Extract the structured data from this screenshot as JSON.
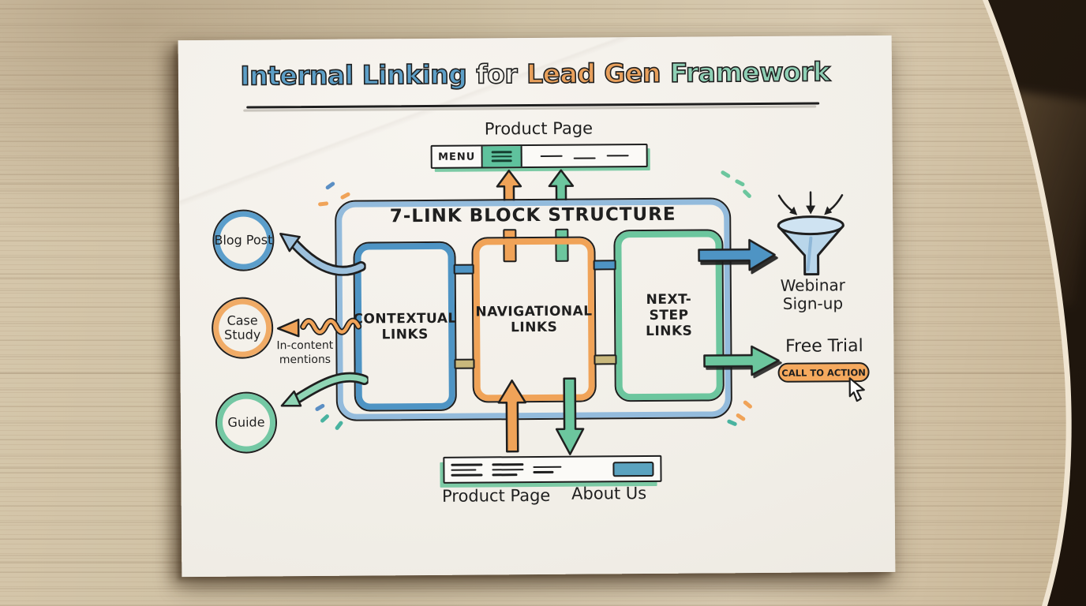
{
  "title": {
    "segments": [
      {
        "text": "Internal Linking",
        "color": "#5d9fc7"
      },
      {
        "text": "for",
        "color": "#f3f1ea"
      },
      {
        "text": "Lead Gen",
        "color": "#e8a05c"
      },
      {
        "text": "Framework",
        "color": "#8fd0b5"
      }
    ]
  },
  "top_browser": {
    "page_label": "Product Page",
    "menu_label": "MENU"
  },
  "framework": {
    "heading": "7-LINK BLOCK STRUCTURE",
    "blocks": [
      {
        "label": "CONTEXTUAL LINKS",
        "color": "#4e94c4"
      },
      {
        "label": "NAVIGATIONAL LINKS",
        "color": "#f0a358"
      },
      {
        "label": "NEXT-STEP LINKS",
        "color": "#6cc69e"
      }
    ]
  },
  "content_targets": [
    {
      "label": "Blog Post",
      "color": "#5b9ecb"
    },
    {
      "label": "Case Study",
      "color": "#f0ab66"
    },
    {
      "label": "Guide",
      "color": "#74c8a4"
    }
  ],
  "annotations": {
    "in_content_mentions": "In-content mentions"
  },
  "conversion": {
    "webinar_label": "Webinar Sign-up",
    "free_trial_label": "Free Trial",
    "cta_label": "CALL TO ACTION"
  },
  "bottom_browser": {
    "left_label": "Product Page",
    "right_label": "About Us"
  },
  "colors": {
    "marker_blue": "#4e94c4",
    "marker_orange": "#f0a358",
    "marker_green": "#6cc69e",
    "shadow_green": "#7ccaa5",
    "connector_tan": "#c9b87c",
    "paper": "#f1eee7",
    "ink": "#1f1f1f"
  }
}
